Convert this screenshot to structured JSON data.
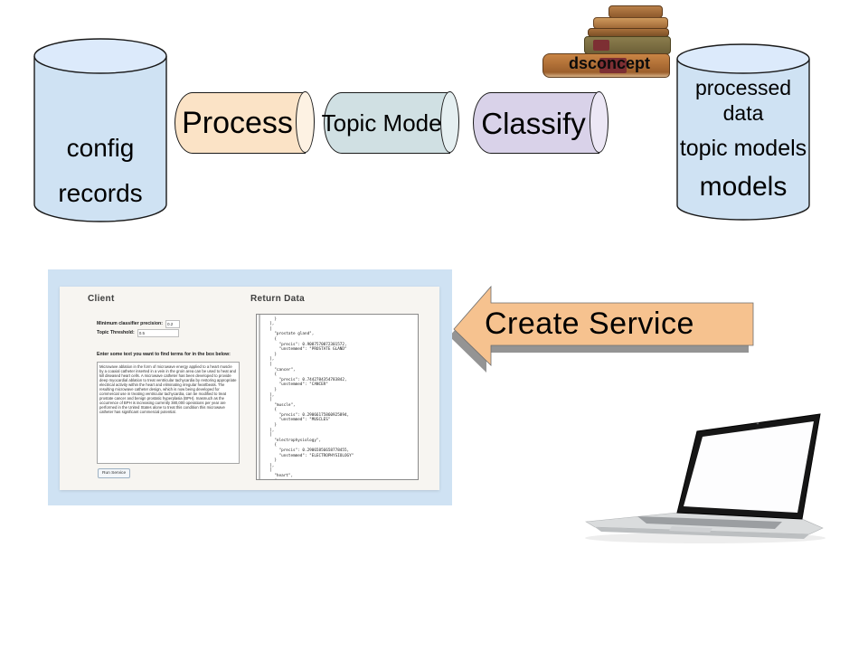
{
  "colors": {
    "datastore_fill": "#cfe2f3",
    "datastore_top": "#dceafb",
    "process_fill": "#fbe3c6",
    "process_cap": "#fdf2e3",
    "topic_fill": "#d0e0e3",
    "topic_cap": "#e5eff1",
    "classify_fill": "#d9d2e9",
    "classify_cap": "#ece7f5",
    "arrow_fill": "#f6c28f",
    "frame_fill": "#cfe2f3",
    "panel_fill": "#f7f5f1"
  },
  "pipeline": {
    "source_store": {
      "line1": "config",
      "line2": "records"
    },
    "stages": [
      {
        "label": "Process"
      },
      {
        "label": "Topic Model"
      },
      {
        "label": "Classify"
      }
    ],
    "sink_store": {
      "line1": "processed",
      "line2": "data",
      "line3": "topic models",
      "line4": "models"
    },
    "books_caption": "dsconcept"
  },
  "create_service_arrow": {
    "label": "Create Service"
  },
  "client_app": {
    "client_heading": "Client",
    "precision_label": "Minimum classifier precision:",
    "precision_value": "0.2",
    "threshold_label": "Topic Threshold:",
    "threshold_value": "0.5",
    "text_prompt": "Enter some text you want to find terms for in the box below:",
    "input_text": "Microwave ablation in the form of microwave energy applied to a heart muscle by a coaxial catheter inserted in a vein in the groin area can be used to heat and kill diseased heart cells. A microwave catheter has been developed to provide deep myocardial ablation to treat ventricular tachycardia by restoring appropriate electrical activity within the heart and eliminating irregular heartbeats. The resulting microwave catheter design, which is now being developed for commercial use in treating ventricular tachycardia, can be modified to treat prostate cancer and benign prostatic hyperplasia (BPH). Inasmuch as the occurrence of BPH is increasing currently 380,000 operations per year are performed in the United States alone to treat this condition this microwave catheter has significant commercial potential.",
    "run_button": "Run Service",
    "return_heading": "Return Data",
    "return_json": "      \"unstemmed\": \"VENTRICLES\"\n    }\n  ],\n  [\n    \"prostate gland\",\n    {\n      \"precis\": 0.9087570872301572,\n      \"unstemmed\": \"PROSTATE GLAND\"\n    }\n  ],\n  [\n    \"cancer\",\n    {\n      \"precis\": 0.7442784354783842,\n      \"unstemmed\": \"CANCER\"\n    }\n  ],\n  [\n    \"muscle\",\n    {\n      \"precis\": 0.29066175860925894,\n      \"unstemmed\": \"MUSCLES\"\n    }\n  ],\n  [\n    \"electrophysiology\",\n    {\n      \"precis\": 0.29065856658778455,\n      \"unstemmed\": \"ELECTROPHYSIOLOGY\"\n    }\n  ],\n  [\n    \"heart\",\n    {"
  }
}
